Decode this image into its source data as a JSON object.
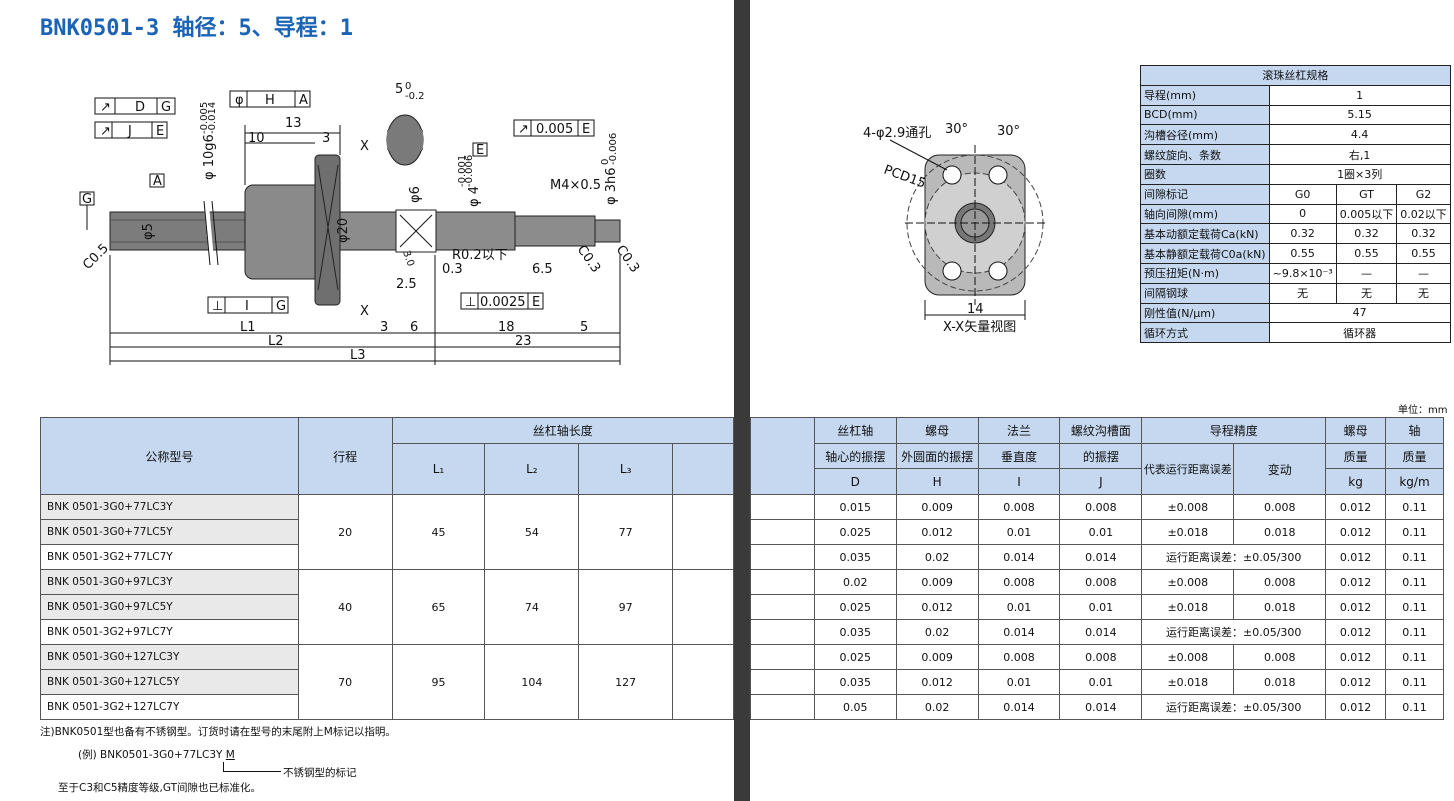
{
  "title": "BNK0501-3 轴径：5、导程：1",
  "drawing": {
    "frame_D": "D",
    "frame_G": "G",
    "frame_J": "J",
    "frame_E": "E",
    "frame_H": "H",
    "frame_A": "A",
    "frame_I": "I",
    "sym_phi": "φ",
    "sym_flat": "⊥",
    "sym_run": "↗",
    "tol_0005": "0.005",
    "tol_00025": "0.0025",
    "d13": "13",
    "d10": "10",
    "d3": "3",
    "d5": "5",
    "d6": "6",
    "d18": "18",
    "d23": "23",
    "d65": "6.5",
    "d3b": "3",
    "d5b": "5",
    "phi5": "φ5",
    "phi20": "φ20",
    "phi6": "φ6",
    "phi4": "φ 4",
    "tol4a": "-0.001",
    "tol4b": "-0.006",
    "phi10g6": "φ 10g6",
    "tol10a": "-0.005",
    "tol10b": "-0.014",
    "phi3h6": "φ 3h6",
    "tol3a": "0",
    "tol3b": "-0.006",
    "key5": "5",
    "key5tol_a": "0",
    "key5tol_b": "-0.2",
    "m4": "M4×0.5",
    "r02": "R0.2以下",
    "d03": "0.3",
    "d25": "2.5",
    "d30": "3.0",
    "c05": "C0.5",
    "c03a": "C0.3",
    "c03b": "C0.3",
    "X": "X",
    "L1": "L1",
    "L2": "L2",
    "L3": "L3",
    "holes": "4-φ2.9通孔",
    "a30a": "30°",
    "a30b": "30°",
    "pcd": "PCD15",
    "w14": "14",
    "view": "X-X矢量视图"
  },
  "spec": {
    "header": "滚珠丝杠规格",
    "rows": [
      {
        "label": "导程(mm)",
        "value": "1"
      },
      {
        "label": "BCD(mm)",
        "value": "5.15"
      },
      {
        "label": "沟槽谷径(mm)",
        "value": "4.4"
      },
      {
        "label": "螺纹旋向、条数",
        "value": "右,1"
      },
      {
        "label": "圈数",
        "value": "1圈×3列"
      }
    ],
    "clearance_label": "间隙标记",
    "clearance": [
      "G0",
      "GT",
      "G2"
    ],
    "rows3": [
      {
        "label": "轴向间隙(mm)",
        "values": [
          "0",
          "0.005以下",
          "0.02以下"
        ]
      },
      {
        "label": "基本动额定载荷Ca(kN)",
        "values": [
          "0.32",
          "0.32",
          "0.32"
        ]
      },
      {
        "label": "基本静额定载荷C0a(kN)",
        "values": [
          "0.55",
          "0.55",
          "0.55"
        ]
      },
      {
        "label": "预压扭矩(N·m)",
        "values": [
          "~9.8×10⁻³",
          "—",
          "—"
        ]
      },
      {
        "label": "间隔钢球",
        "values": [
          "无",
          "无",
          "无"
        ]
      }
    ],
    "rows_tail": [
      {
        "label": "刚性值(N/μm)",
        "value": "47"
      },
      {
        "label": "循环方式",
        "value": "循环器"
      }
    ]
  },
  "unit": "单位：mm",
  "left_table": {
    "h_model": "公称型号",
    "h_stroke": "行程",
    "h_length": "丝杠轴长度",
    "h_L1": "L₁",
    "h_L2": "L₂",
    "h_L3": "L₃",
    "rows": [
      "BNK 0501-3G0+77LC3Y",
      "BNK 0501-3G0+77LC5Y",
      "BNK 0501-3G2+77LC7Y",
      "BNK 0501-3G0+97LC3Y",
      "BNK 0501-3G0+97LC5Y",
      "BNK 0501-3G2+97LC7Y",
      "BNK 0501-3G0+127LC3Y",
      "BNK 0501-3G0+127LC5Y",
      "BNK 0501-3G2+127LC7Y"
    ],
    "groups": [
      {
        "stroke": "20",
        "L1": "45",
        "L2": "54",
        "L3": "77"
      },
      {
        "stroke": "40",
        "L1": "65",
        "L2": "74",
        "L3": "97"
      },
      {
        "stroke": "70",
        "L1": "95",
        "L2": "104",
        "L3": "127"
      }
    ]
  },
  "right_table": {
    "h_shaft": [
      "丝杠轴",
      "轴心的振摆",
      "D"
    ],
    "h_nut": [
      "螺母",
      "外圆面的振摆",
      "H"
    ],
    "h_flange": [
      "法兰",
      "垂直度",
      "I"
    ],
    "h_groove": [
      "螺纹沟槽面",
      "的振摆",
      "J"
    ],
    "h_lead": "导程精度",
    "h_lead_a": "代表运行距离误差",
    "h_lead_b": "变动",
    "h_mass": [
      "螺母",
      "质量",
      "kg"
    ],
    "h_axis": [
      "轴",
      "质量",
      "kg/m"
    ],
    "rows": [
      {
        "D": "0.015",
        "H": "0.009",
        "I": "0.008",
        "J": "0.008",
        "ea": "±0.008",
        "eb": "0.008",
        "m": "0.012",
        "k": "0.11"
      },
      {
        "D": "0.025",
        "H": "0.012",
        "I": "0.01",
        "J": "0.01",
        "ea": "±0.018",
        "eb": "0.018",
        "m": "0.012",
        "k": "0.11"
      },
      {
        "D": "0.035",
        "H": "0.02",
        "I": "0.014",
        "J": "0.014",
        "span": "运行距离误差：±0.05/300",
        "m": "0.012",
        "k": "0.11"
      },
      {
        "D": "0.02",
        "H": "0.009",
        "I": "0.008",
        "J": "0.008",
        "ea": "±0.008",
        "eb": "0.008",
        "m": "0.012",
        "k": "0.11"
      },
      {
        "D": "0.025",
        "H": "0.012",
        "I": "0.01",
        "J": "0.01",
        "ea": "±0.018",
        "eb": "0.018",
        "m": "0.012",
        "k": "0.11"
      },
      {
        "D": "0.035",
        "H": "0.02",
        "I": "0.014",
        "J": "0.014",
        "span": "运行距离误差：±0.05/300",
        "m": "0.012",
        "k": "0.11"
      },
      {
        "D": "0.025",
        "H": "0.009",
        "I": "0.008",
        "J": "0.008",
        "ea": "±0.008",
        "eb": "0.008",
        "m": "0.012",
        "k": "0.11"
      },
      {
        "D": "0.035",
        "H": "0.012",
        "I": "0.01",
        "J": "0.01",
        "ea": "±0.018",
        "eb": "0.018",
        "m": "0.012",
        "k": "0.11"
      },
      {
        "D": "0.05",
        "H": "0.02",
        "I": "0.014",
        "J": "0.014",
        "span": "运行距离误差：±0.05/300",
        "m": "0.012",
        "k": "0.11"
      }
    ]
  },
  "notes": {
    "n1": "注)BNK0501型也备有不锈钢型。订货时请在型号的末尾附上M标记以指明。",
    "n2": "(例) BNK0501-3G0+77LC3Y",
    "n2m": "M",
    "n3": "不锈钢型的标记",
    "n4": "至于C3和C5精度等级,GT间隙也已标准化。"
  }
}
